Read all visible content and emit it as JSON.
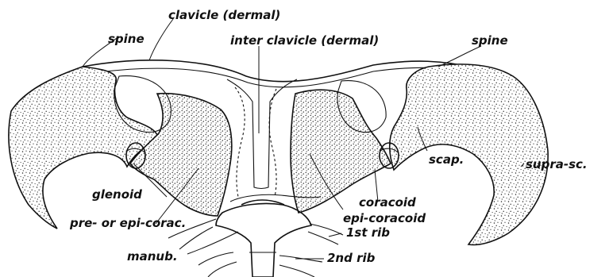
{
  "labels": {
    "clavicle": "clavicle (dermal)",
    "interclavicle": "inter clavicle (dermal)",
    "spine_left": "spine",
    "spine_right": "spine",
    "glenoid": "glenoid",
    "precoracoid": "pre- or epi-corac.",
    "coracoid": "coracoid",
    "epicoracoid": "epi-coracoid",
    "scap": "scap.",
    "suprasc": "supra-sc.",
    "rib1": "1st rib",
    "rib2": "2nd rib",
    "manub": "manub."
  },
  "colors": {
    "ink": "#111111",
    "paper": "#ffffff"
  }
}
